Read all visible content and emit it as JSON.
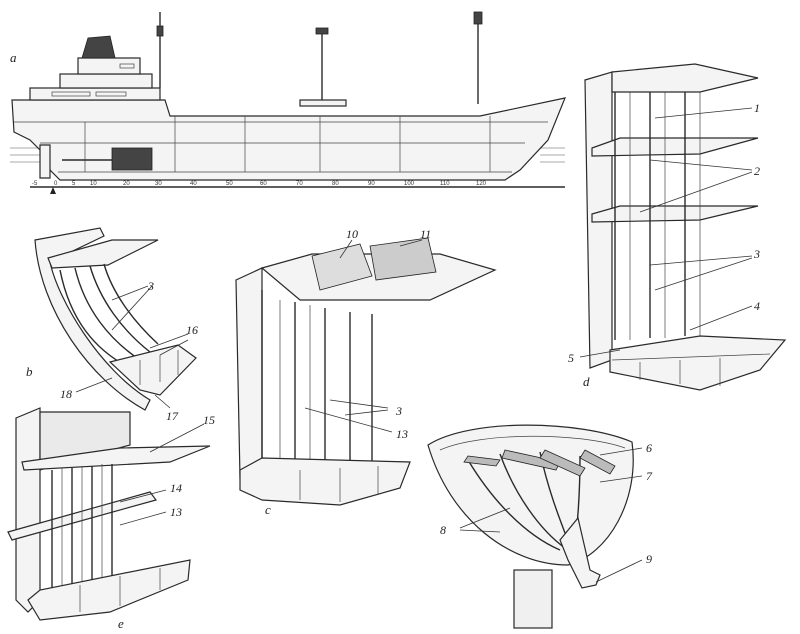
{
  "view_labels": {
    "a": "a",
    "b": "b",
    "c": "c",
    "d": "d",
    "e": "e"
  },
  "callouts": {
    "n1": "1",
    "n2": "2",
    "n3d": "3",
    "n4": "4",
    "n5": "5",
    "n3b": "3",
    "n16": "16",
    "n18": "18",
    "n17": "17",
    "n10": "10",
    "n11": "11",
    "n3c": "3",
    "n13c": "13",
    "n15": "15",
    "n14": "14",
    "n13e": "13",
    "n6": "6",
    "n7": "7",
    "n8": "8",
    "n9": "9"
  },
  "frame_scale": [
    "-5",
    "0",
    "5",
    "10",
    "20",
    "30",
    "40",
    "50",
    "60",
    "70",
    "80",
    "90",
    "100",
    "110",
    "120"
  ]
}
